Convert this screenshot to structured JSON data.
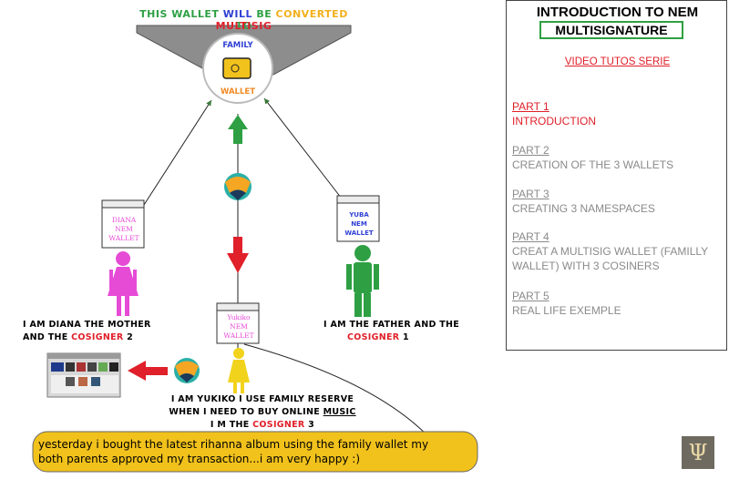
{
  "colors": {
    "red": "#e0202a",
    "green": "#2ea043",
    "magenta": "#e64bd6",
    "blue": "#2f3fd4",
    "yellow": "#f2d31c",
    "orange": "#f08a24"
  },
  "diagram": {
    "title": {
      "w1": "THIS WALLET ",
      "w2": "WILL",
      "w3": " BE ",
      "w4": "CONVERTED",
      "w5": " TO",
      "w6": "MULTISIG"
    },
    "family_wallet": {
      "line1": "FAMILY",
      "line2": "WALLET"
    },
    "diana_wallet": {
      "line1": "DIANA",
      "line2": "NEM",
      "line3": "WALLET"
    },
    "yuba_wallet": {
      "line1": "YUBA",
      "line2": "NEM",
      "line3": "WALLET"
    },
    "yukiko_wallet": {
      "line1": "Yukiko",
      "line2": "NEM",
      "line3": "WALLET"
    },
    "mother_caption": {
      "l1": "I AM DIANA THE MOTHER",
      "l2a": "AND THE ",
      "l2b": "COSIGNER",
      "l2c": " 2"
    },
    "father_caption": {
      "l1": "I AM THE FATHER AND THE",
      "l2a": "COSIGNER",
      "l2b": " 1"
    },
    "yukiko_caption": {
      "l1": "I AM YUKIKO I USE FAMILY RESERVE",
      "l2a": "WHEN I NEED TO BUY ONLINE ",
      "l2b": "MUSIC",
      "l3a": "I M THE ",
      "l3b": "COSIGNER",
      "l3c": " 3"
    },
    "speech": "yesterday i bought the latest rihanna album using the family wallet my both parents approved my transaction...i am very happy :)"
  },
  "panel": {
    "title_line1": "INTRODUCTION TO NEM",
    "title_line2": "MULTISIGNATURE",
    "series": "VIDEO TUTOS SERIE",
    "parts": [
      {
        "label": "PART 1",
        "desc": "INTRODUCTION",
        "active": true
      },
      {
        "label": "PART 2",
        "desc": "CREATION OF THE 3 WALLETS",
        "active": false
      },
      {
        "label": "PART 3",
        "desc": "CREATING 3 NAMESPACES",
        "active": false
      },
      {
        "label": "PART 4",
        "desc": "CREAT A MULTISIG WALLET (FAMILLY WALLET) WITH 3 COSINERS",
        "active": false
      },
      {
        "label": "PART 5",
        "desc": "REAL LIFE EXEMPLE",
        "active": false
      }
    ]
  },
  "logo_glyph": "Ψ"
}
